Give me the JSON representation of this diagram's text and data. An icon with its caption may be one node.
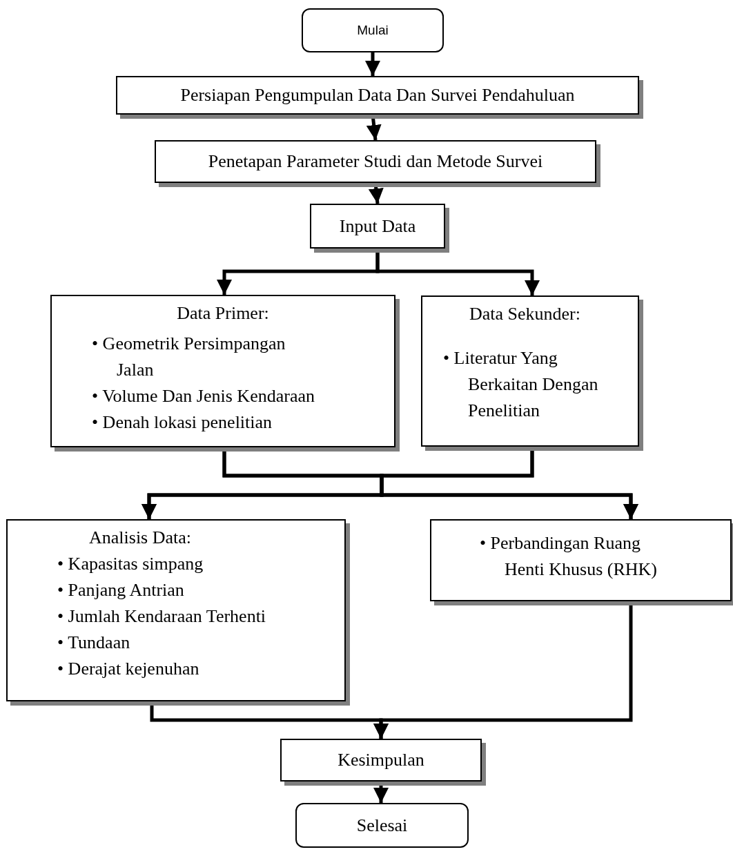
{
  "diagram": {
    "nodes": [
      {
        "text": [
          "Mulai"
        ]
      },
      {
        "text": [
          "Persiapan Pengumpulan Data Dan Survei Pendahuluan"
        ]
      },
      {
        "text": [
          "Penetapan Parameter Studi dan Metode Survei"
        ]
      },
      {
        "text": [
          "Input Data"
        ]
      },
      {
        "text": [
          "Data Primer:",
          "• Geometrik Persimpangan Jalan",
          "• Volume Dan Jenis Kendaraan",
          "• Denah lokasi penelitian"
        ]
      },
      {
        "text": [
          "Data Sekunder:",
          "• Literatur Yang Berkaitan Dengan Penelitian"
        ]
      },
      {
        "text": [
          "Analisis Data:",
          "• Kapasitas simpang",
          "• Panjang Antrian",
          "• Jumlah Kendaraan Terhenti",
          "• Tundaan",
          "• Derajat kejenuhan"
        ]
      },
      {
        "text": [
          "• Perbandingan Ruang Henti Khusus (RHK)"
        ]
      },
      {
        "text": [
          "Kesimpulan"
        ]
      },
      {
        "text": [
          "Selesai"
        ]
      }
    ],
    "edges": [
      {
        "from": 0,
        "to": 1,
        "arrow": "to"
      },
      {
        "from": 1,
        "to": 2,
        "arrow": "to"
      },
      {
        "from": 2,
        "to": 3,
        "arrow": "to"
      },
      {
        "from": 3,
        "to": 4,
        "arrow": "to"
      },
      {
        "from": 3,
        "to": 5,
        "arrow": "to"
      },
      {
        "from": 4,
        "to": 6,
        "arrow": "to"
      },
      {
        "from": 4,
        "to": 7,
        "arrow": "to"
      },
      {
        "from": 5,
        "to": 6,
        "arrow": "to"
      },
      {
        "from": 5,
        "to": 7,
        "arrow": "to"
      },
      {
        "from": 6,
        "to": 8,
        "arrow": "to"
      },
      {
        "from": 7,
        "to": 8,
        "arrow": "to"
      },
      {
        "from": 8,
        "to": 9,
        "arrow": "to"
      }
    ]
  }
}
